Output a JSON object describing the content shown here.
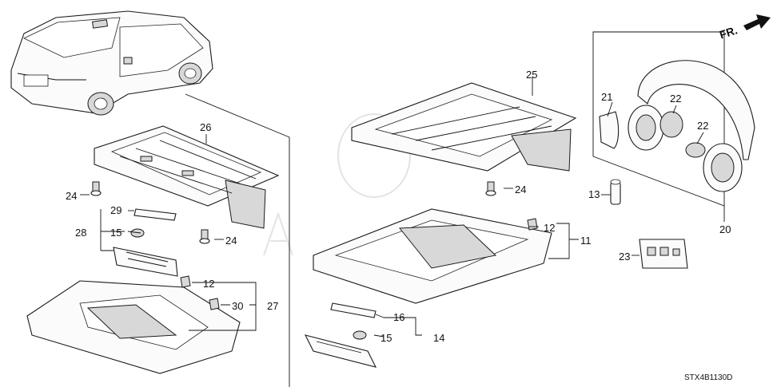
{
  "diagram": {
    "direction_label": "FR.",
    "diagram_code": "STX4B1130D",
    "callouts": {
      "c11": "11",
      "c12a": "12",
      "c12b": "12",
      "c13": "13",
      "c14": "14",
      "c15a": "15",
      "c15b": "15",
      "c16": "16",
      "c20": "20",
      "c21": "21",
      "c22a": "22",
      "c22b": "22",
      "c23": "23",
      "c24a": "24",
      "c24b": "24",
      "c24c": "24",
      "c25": "25",
      "c26": "26",
      "c27": "27",
      "c28": "28",
      "c29": "29",
      "c30": "30"
    }
  }
}
